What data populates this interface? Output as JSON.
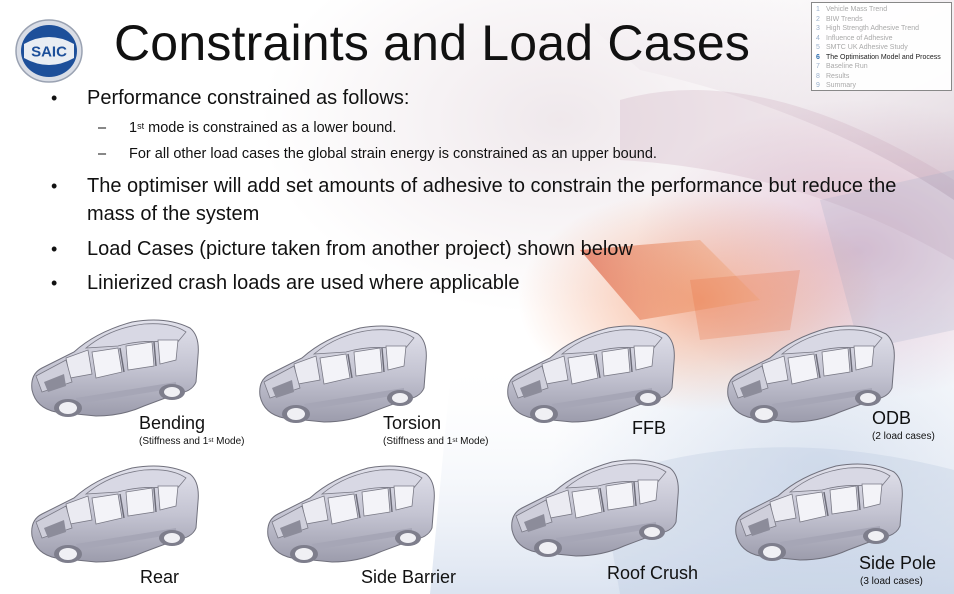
{
  "header": {
    "title": "Constraints and Load Cases",
    "logo_text": "SAIC"
  },
  "toc": {
    "items": [
      {
        "num": "1",
        "label": "Vehicle Mass Trend",
        "active": false
      },
      {
        "num": "2",
        "label": "BIW Trends",
        "active": false
      },
      {
        "num": "3",
        "label": "High Strength Adhesive Trend",
        "active": false
      },
      {
        "num": "4",
        "label": "Influence of Adhesive",
        "active": false
      },
      {
        "num": "5",
        "label": "SMTC UK Adhesive Study",
        "active": false
      },
      {
        "num": "6",
        "label": "The Optimisation Model and Process",
        "active": true
      },
      {
        "num": "7",
        "label": "Baseline Run",
        "active": false
      },
      {
        "num": "8",
        "label": "Results",
        "active": false
      },
      {
        "num": "9",
        "label": "Summary",
        "active": false
      }
    ]
  },
  "bullets": {
    "b1": {
      "marker": "•",
      "text": "Performance constrained as follows:"
    },
    "b1_sub1": {
      "marker": "–",
      "lead": "1",
      "sup": "st",
      "rest": " mode is constrained as a lower bound."
    },
    "b1_sub2": {
      "marker": "–",
      "text": "For all other load cases the global strain energy is constrained as an upper bound."
    },
    "b2": {
      "marker": "•",
      "text": "The optimiser will add set amounts of adhesive to constrain the performance but reduce the mass of the system"
    },
    "b3": {
      "marker": "•",
      "text": "Load Cases (picture taken from another project) shown below"
    },
    "b4": {
      "marker": "•",
      "text": "Linierized crash loads are used where applicable"
    }
  },
  "load_cases": [
    {
      "label": "Bending",
      "sub_lead": "(Stiffness and 1",
      "sub_sup": "st",
      "sub_rest": " Mode)"
    },
    {
      "label": "Torsion",
      "sub_lead": "(Stiffness and 1",
      "sub_sup": "st",
      "sub_rest": " Mode)"
    },
    {
      "label": "FFB"
    },
    {
      "label": "ODB",
      "sub": "(2 load cases)"
    },
    {
      "label": "Rear"
    },
    {
      "label": "Side Barrier"
    },
    {
      "label": "Roof Crush"
    },
    {
      "label": "Side Pole",
      "sub": "(3 load cases)"
    }
  ],
  "colors": {
    "logo_blue": "#1d4f9a",
    "car_body": "#c4c4d2",
    "car_edge": "#70707c",
    "toc_active_num": "#2f6fb0"
  }
}
